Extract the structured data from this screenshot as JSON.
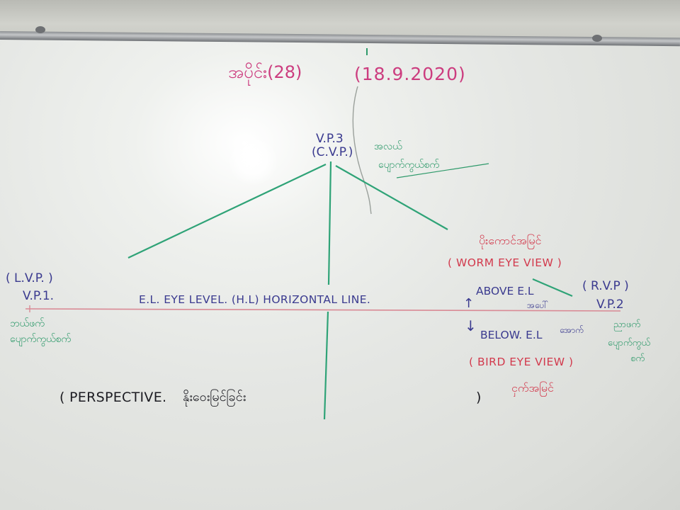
{
  "header": {
    "title_script": "အပိုင်း(28)",
    "date": "(18.9.2020)"
  },
  "vp3": {
    "label": "V.P.3",
    "sub": "(C.V.P.)",
    "note_line1": "အလယ်",
    "note_line2": "ပျောက်ကွယ်စက်"
  },
  "left": {
    "lvp": "( L.V.P. )",
    "vp1": "V.P.1.",
    "note_line1": "ဘယ်ဖက်",
    "note_line2": "ပျောက်ကွယ်စက်"
  },
  "horizon": {
    "label": "E.L. EYE LEVEL. (H.L) HORIZONTAL LINE."
  },
  "right": {
    "worm_script": "ပိုးကောင်အမြင်",
    "worm_label": "( WORM EYE VIEW )",
    "rvp": "( R.V.P )",
    "vp2": "V.P.2",
    "above_label": "ABOVE E.L",
    "above_script": "အပေါ်",
    "below_label": "BELOW. E.L",
    "below_script": "အောက်",
    "arrow_up": "↑",
    "arrow_down": "↓",
    "note_line1": "ညာဖက်",
    "note_line2": "ပျောက်ကွယ်",
    "note_line3": "စက်",
    "bird_label": "( BIRD EYE VIEW )",
    "bird_script": "ငှက်အမြင်"
  },
  "footer": {
    "caption_prefix": "( PERSPECTIVE.",
    "caption_script": "နိုးဝေးမြင်ခြင်း",
    "caption_suffix": ")"
  },
  "colors": {
    "pink": "#cc3d7f",
    "navy": "#3a3a8f",
    "green": "#2f9a6b",
    "red": "#d23a4d",
    "black": "#1c1c22",
    "horizon_line": "#d98a95"
  }
}
